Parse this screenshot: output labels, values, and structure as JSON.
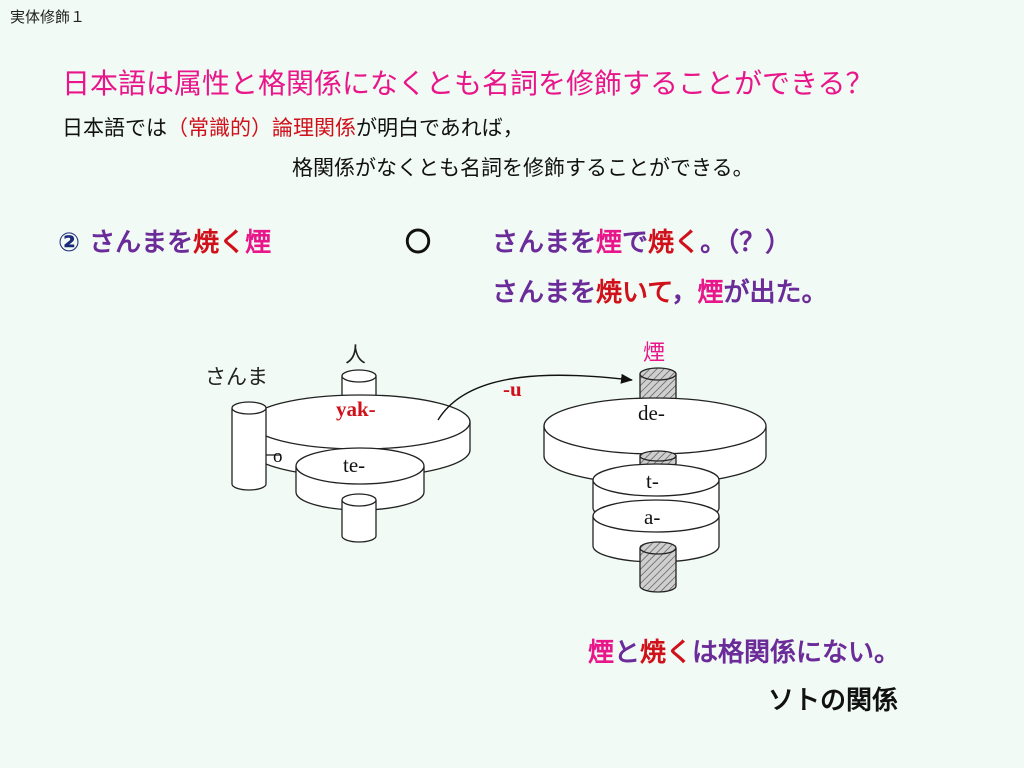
{
  "header": "実体修飾１",
  "title": "日本語は属性と格関係になくとも名詞を修飾することができる？",
  "line2": {
    "prefix": "日本語では",
    "open_paren": "（",
    "highlight": "常識的）論理関係",
    "suffix": "が明白であれば，"
  },
  "line3": "格関係がなくとも名詞を修飾することができる。",
  "example": {
    "number": "②",
    "left": [
      {
        "text": "さんまを",
        "color": "purple"
      },
      {
        "text": "焼く",
        "color": "red"
      },
      {
        "text": "煙",
        "color": "pink"
      }
    ],
    "mark": "〇",
    "right1": [
      {
        "text": "さんまを",
        "color": "purple"
      },
      {
        "text": "煙",
        "color": "pink"
      },
      {
        "text": "で",
        "color": "purple"
      },
      {
        "text": "焼く",
        "color": "red"
      },
      {
        "text": "。（？）",
        "color": "purple"
      }
    ],
    "right2": [
      {
        "text": "さんまを",
        "color": "purple"
      },
      {
        "text": "焼いて",
        "color": "red"
      },
      {
        "text": "，",
        "color": "purple"
      },
      {
        "text": "煙",
        "color": "pink"
      },
      {
        "text": "が出た。",
        "color": "purple"
      }
    ]
  },
  "diagram": {
    "sanma": "さんま",
    "hito": "人",
    "yak": "yak-",
    "o": "o",
    "te": "te-",
    "u": "-u",
    "kemuri": "煙",
    "de": "de-",
    "t": "t-",
    "a": "a-"
  },
  "bottom1": [
    {
      "text": "煙",
      "color": "pink"
    },
    {
      "text": "と",
      "color": "purple"
    },
    {
      "text": "焼く",
      "color": "red"
    },
    {
      "text": "は格関係にない。",
      "color": "purple"
    }
  ],
  "bottom2": "ソトの関係",
  "colors": {
    "pink": "#e8168a",
    "red": "#d0101a",
    "purple": "#6b2c9a",
    "background": "#f1faf4"
  }
}
